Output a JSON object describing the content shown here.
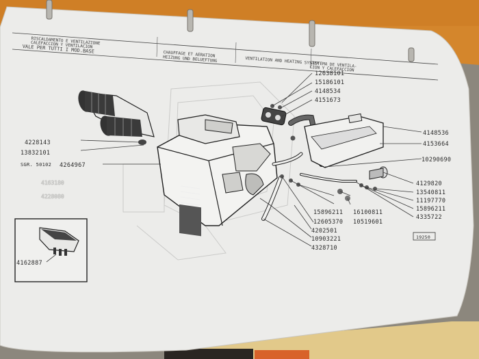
{
  "header": {
    "left_lines": [
      "VALE PER TUTTI I MOD.BASE",
      "CALEFACCION Y VENTILACION",
      "RISCALDAMENTO E VENTILAZIONE"
    ],
    "center_lines": [
      "CHAUFFAGE ET AERATION",
      "HEIZUNG UND BELUEFTUNG"
    ],
    "right_lines": [
      "VENTILATION AND HEATING SYSTEM",
      "SISTEMA DE VENTILA-",
      "CION Y CALEFACCION"
    ]
  },
  "part_numbers": {
    "top_right": [
      "12638101",
      "15186101",
      "4148534",
      "4151673"
    ],
    "right": [
      "4148536",
      "4153664",
      "10290690"
    ],
    "right_lower": [
      "4129820",
      "13540811",
      "11197770",
      "15896211",
      "4335722"
    ],
    "bottom_center": [
      "15896211",
      "12605370",
      "4202501",
      "10903221",
      "4328710"
    ],
    "bottom_center_right": [
      "16100811",
      "10519601"
    ],
    "left": [
      "4228143",
      "13832101"
    ],
    "left_sgr_prefix": "SGR. 50102",
    "left_sgr_value": "4264967",
    "inset": "4162887"
  },
  "figure_code": "19250"
}
